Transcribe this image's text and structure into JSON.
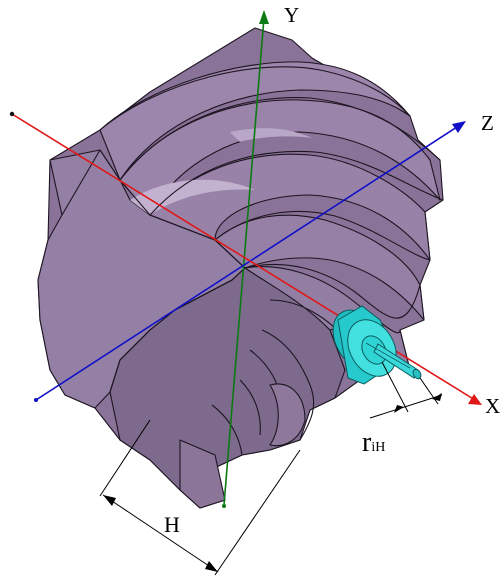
{
  "axes": [
    {
      "id": "y",
      "label": "Y",
      "color": "#0b7a12"
    },
    {
      "id": "z",
      "label": "Z",
      "color": "#1010c8"
    },
    {
      "id": "x",
      "label": "X",
      "color": "#e01818"
    }
  ],
  "dimensions": {
    "height_label": "H",
    "radius_label_main": "r",
    "radius_label_sub": "iH"
  },
  "colors": {
    "body": "#8a7398",
    "body_light": "#a08bb0",
    "body_dark": "#6c5a78",
    "edge": "#1e1522",
    "tool": "#2fd4d4",
    "tool_dark": "#1aa6aa"
  }
}
